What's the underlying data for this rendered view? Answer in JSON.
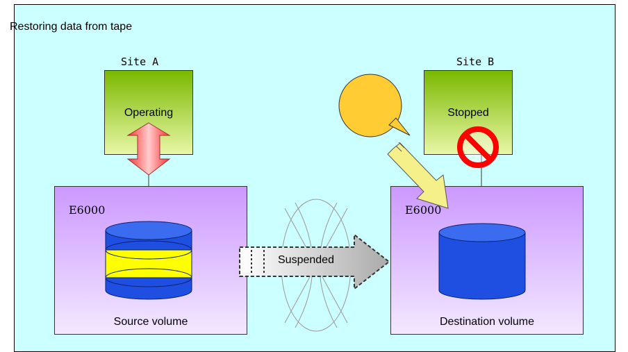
{
  "title": "Restoring data from tape",
  "site_a": {
    "label": "Site A",
    "server_label": "Operating",
    "storage_label": "E6000",
    "volume_label": "Source volume"
  },
  "site_b": {
    "label": "Site B",
    "server_label": "Stopped",
    "storage_label": "E6000",
    "volume_label": "Destination volume"
  },
  "link_label": "Suspended",
  "colors": {
    "background": "#ccffff",
    "server": "#9acd32",
    "storage": "#cc99ff",
    "volume_blue": "#1f4fe0",
    "volume_yellow": "#ffff00",
    "arrow_red": "#ff6666",
    "callout": "#ffcc33",
    "prohibit": "#ff0000"
  }
}
